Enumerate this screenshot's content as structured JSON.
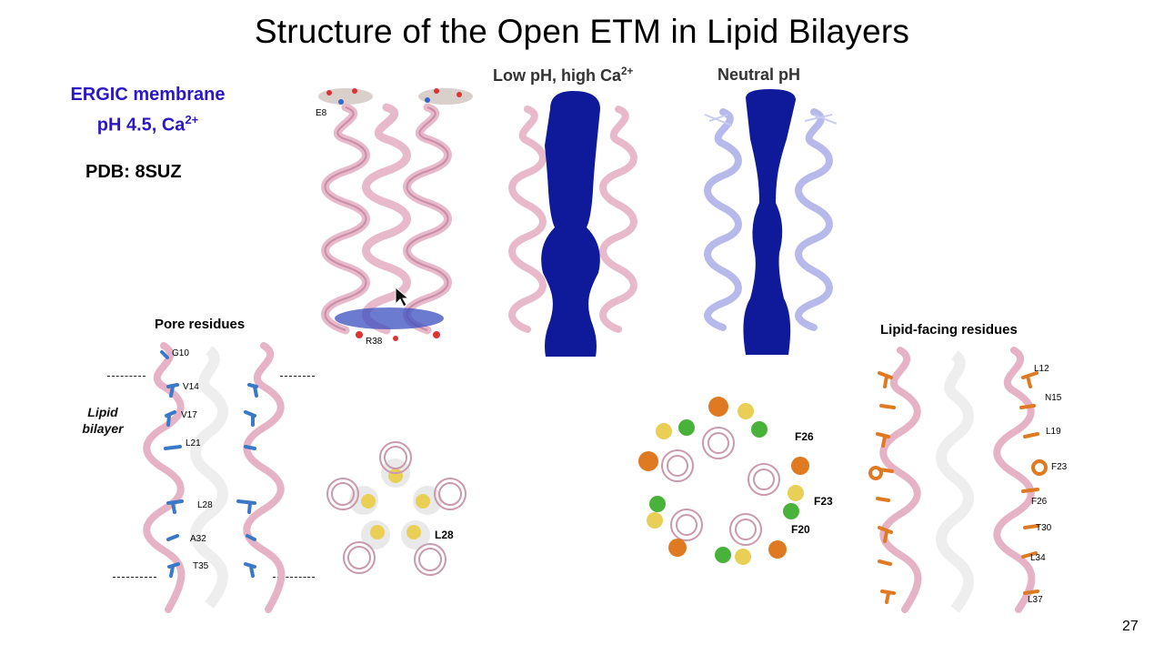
{
  "slide": {
    "title": "Structure of the Open ETM in Lipid Bilayers",
    "page_number": "27",
    "left_header": {
      "line1": "ERGIC membrane",
      "line2_prefix": "pH 4.5, Ca",
      "line2_sup": "2+",
      "pdb": "PDB: 8SUZ"
    },
    "top_panels": {
      "low_ph_prefix": "Low pH, high Ca",
      "low_ph_sup": "2+",
      "neutral": "Neutral pH",
      "residue_top": "E8",
      "residue_bottom": "R38"
    },
    "pore_panel": {
      "title": "Pore residues",
      "lipid_line1": "Lipid",
      "lipid_line2": "bilayer",
      "residues": [
        "G10",
        "V14",
        "V17",
        "L21",
        "L28",
        "A32",
        "T35"
      ],
      "top_view_label": "L28"
    },
    "lipid_panel": {
      "title": "Lipid-facing residues",
      "residues": [
        "L12",
        "N15",
        "L19",
        "F23",
        "F26",
        "T30",
        "L34",
        "L37"
      ],
      "top_view_labels": [
        "F26",
        "F23",
        "F20"
      ]
    },
    "colors": {
      "title_blue": "#2b17c6",
      "helix_pink": "#e6b3c6",
      "helix_lavender": "#b7b9ea",
      "pore_blue": "#0f1a9a",
      "pore_residue_blue": "#3a78c8",
      "orange": "#e07a22",
      "yellow": "#e9cf55",
      "green": "#49b23a"
    }
  }
}
